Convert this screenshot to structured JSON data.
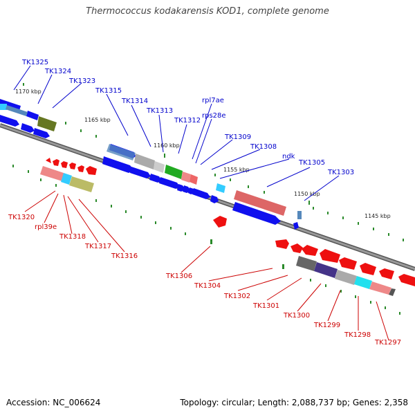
{
  "title": "Thermococcus kodakarensis KOD1, complete genome",
  "footer": {
    "accession": "Accession: NC_006624",
    "summary": "Topology: circular; Length: 2,088,737 bp; Genes: 2,358"
  },
  "colors": {
    "forward": "#1010ee",
    "reverse": "#ee1010",
    "backbone": "#777777",
    "tick": "#2a8a2a",
    "label_forward": "#0000cc",
    "label_reverse": "#cc0000"
  },
  "scale_labels": [
    "1170 kbp",
    "1165 kbp",
    "1160 kbp",
    "1155 kbp",
    "1150 kbp",
    "1145 kbp"
  ],
  "labels_forward": [
    "TK1325",
    "TK1324",
    "TK1323",
    "TK1315",
    "TK1314",
    "TK1313",
    "TK1312",
    "rpl7ae",
    "rps28e",
    "TK1309",
    "TK1308",
    "ndk",
    "TK1305",
    "TK1303"
  ],
  "labels_reverse": [
    "TK1320",
    "rpl39e",
    "TK1318",
    "TK1317",
    "TK1316",
    "TK1306",
    "TK1304",
    "TK1302",
    "TK1301",
    "TK1300",
    "TK1299",
    "TK1298",
    "TK1297"
  ]
}
